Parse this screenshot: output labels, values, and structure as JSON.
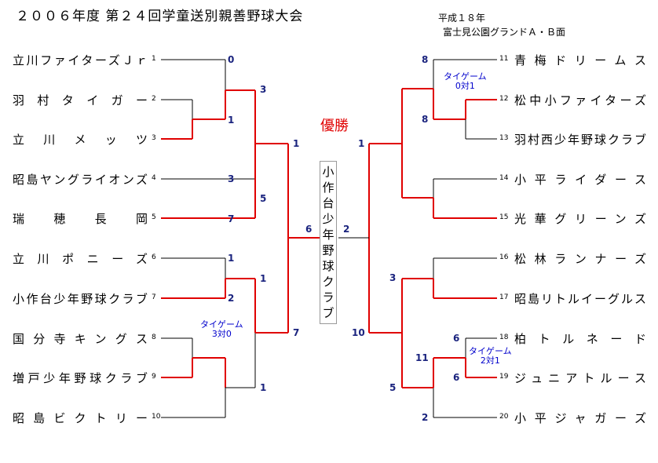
{
  "title": "２００６年度 第２４回学童送別親善野球大会",
  "venue": {
    "date": "平成１８年",
    "place": "富士見公園グランドＡ・Ｂ面"
  },
  "champion": {
    "label": "優勝",
    "team": "小作台少年野球クラブ"
  },
  "colors": {
    "win": "#e00000",
    "line": "#000000",
    "score": "#1a237e",
    "note": "#0000cc"
  },
  "left_teams": [
    {
      "name": "立川ファイターズＪｒ",
      "seed": "1"
    },
    {
      "name": "羽村タイガー",
      "seed": "2"
    },
    {
      "name": "立川メッツ",
      "seed": "3"
    },
    {
      "name": "昭島ヤングライオンズ",
      "seed": "4"
    },
    {
      "name": "瑞穂長岡",
      "seed": "5"
    },
    {
      "name": "立川ポニーズ",
      "seed": "6"
    },
    {
      "name": "小作台少年野球クラブ",
      "seed": "7"
    },
    {
      "name": "国分寺キングス",
      "seed": "8"
    },
    {
      "name": "増戸少年野球クラブ",
      "seed": "9"
    },
    {
      "name": "昭島ビクトリー",
      "seed": "10"
    }
  ],
  "right_teams": [
    {
      "name": "青梅ドリームス",
      "seed": "11"
    },
    {
      "name": "松中小ファイターズ",
      "seed": "12"
    },
    {
      "name": "羽村西少年野球クラブ",
      "seed": "13"
    },
    {
      "name": "小平ライダース",
      "seed": "14"
    },
    {
      "name": "光華グリーンズ",
      "seed": "15"
    },
    {
      "name": "松林ランナーズ",
      "seed": "16"
    },
    {
      "name": "昭島リトルイーグルス",
      "seed": "17"
    },
    {
      "name": "柏トルネード",
      "seed": "18"
    },
    {
      "name": "ジュニアトルース",
      "seed": "19"
    },
    {
      "name": "小平ジャガーズ",
      "seed": "20"
    }
  ],
  "scores": [
    {
      "id": "l-1",
      "value": "0"
    },
    {
      "id": "l-3a",
      "value": "1"
    },
    {
      "id": "l-r2top",
      "value": "3"
    },
    {
      "id": "l-4",
      "value": "3"
    },
    {
      "id": "l-5",
      "value": "7"
    },
    {
      "id": "l-r3a",
      "value": "5"
    },
    {
      "id": "l-sf1",
      "value": "1"
    },
    {
      "id": "l-6",
      "value": "1"
    },
    {
      "id": "l-7",
      "value": "2"
    },
    {
      "id": "l-r3b",
      "value": "1"
    },
    {
      "id": "l-sf2",
      "value": "7"
    },
    {
      "id": "l-9w",
      "value": "1"
    },
    {
      "id": "l-final",
      "value": "6"
    },
    {
      "id": "r-final",
      "value": "2"
    },
    {
      "id": "r-11",
      "value": "8"
    },
    {
      "id": "r-12",
      "value": "8"
    },
    {
      "id": "r-sf1",
      "value": "1"
    },
    {
      "id": "r-sf2",
      "value": "3"
    },
    {
      "id": "r-sf2b",
      "value": "10"
    },
    {
      "id": "r-18",
      "value": "6"
    },
    {
      "id": "r-19",
      "value": "6"
    },
    {
      "id": "r-r3",
      "value": "11"
    },
    {
      "id": "r-r3b",
      "value": "5"
    },
    {
      "id": "r-20",
      "value": "2"
    }
  ],
  "notes": [
    {
      "id": "note-left",
      "line1": "タイゲーム",
      "line2": "3対0"
    },
    {
      "id": "note-right-top",
      "line1": "タイゲーム",
      "line2": "0対1"
    },
    {
      "id": "note-right-bottom",
      "line1": "タイゲーム",
      "line2": "2対1"
    }
  ]
}
